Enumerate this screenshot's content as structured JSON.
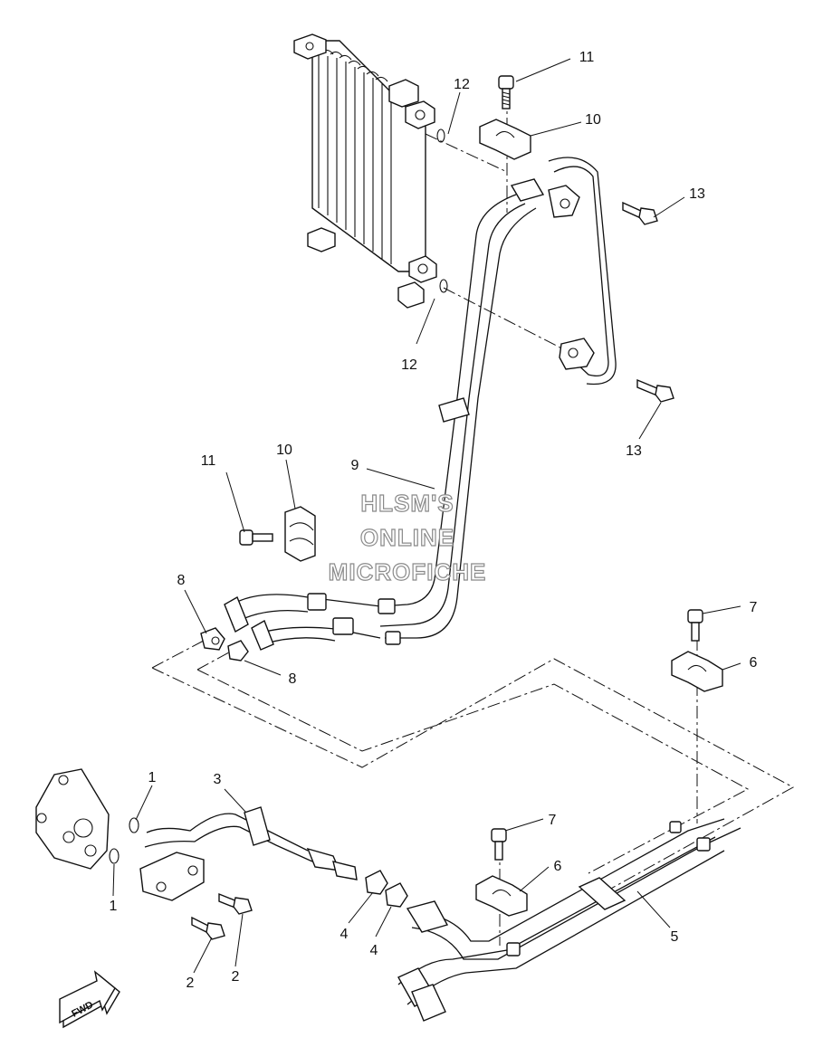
{
  "watermark": {
    "line1": "HLSM'S",
    "line2": "ONLINE",
    "line3": "MICROFICHE"
  },
  "fwd_badge": "FWD",
  "callouts": [
    {
      "id": "c11a",
      "text": "11"
    },
    {
      "id": "c12a",
      "text": "12"
    },
    {
      "id": "c10a",
      "text": "10"
    },
    {
      "id": "c13a",
      "text": "13"
    },
    {
      "id": "c12b",
      "text": "12"
    },
    {
      "id": "c13b",
      "text": "13"
    },
    {
      "id": "c11b",
      "text": "11"
    },
    {
      "id": "c10b",
      "text": "10"
    },
    {
      "id": "c9",
      "text": "9"
    },
    {
      "id": "c8a",
      "text": "8"
    },
    {
      "id": "c8b",
      "text": "8"
    },
    {
      "id": "c7a",
      "text": "7"
    },
    {
      "id": "c6a",
      "text": "6"
    },
    {
      "id": "c1a",
      "text": "1"
    },
    {
      "id": "c3",
      "text": "3"
    },
    {
      "id": "c1b",
      "text": "1"
    },
    {
      "id": "c2a",
      "text": "2"
    },
    {
      "id": "c2b",
      "text": "2"
    },
    {
      "id": "c4a",
      "text": "4"
    },
    {
      "id": "c4b",
      "text": "4"
    },
    {
      "id": "c7b",
      "text": "7"
    },
    {
      "id": "c6b",
      "text": "6"
    },
    {
      "id": "c5",
      "text": "5"
    }
  ]
}
